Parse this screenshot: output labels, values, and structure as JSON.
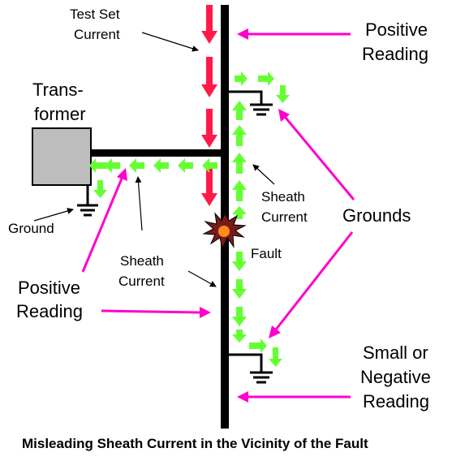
{
  "labels": {
    "test_set_current": [
      "Test Set",
      "Current"
    ],
    "positive_reading_top": [
      "Positive",
      "Reading"
    ],
    "transformer": [
      "Trans-",
      "former"
    ],
    "ground": "Ground",
    "sheath_current_right": [
      "Sheath",
      "Current"
    ],
    "grounds": "Grounds",
    "fault": "Fault",
    "sheath_current_left": [
      "Sheath",
      "Current"
    ],
    "positive_reading_left": [
      "Positive",
      "Reading"
    ],
    "small_negative_reading": [
      "Small or",
      "Negative",
      "Reading"
    ],
    "caption": "Misleading Sheath Current in the Vicinity of the Fault"
  },
  "colors": {
    "cable": "#000000",
    "test_current_arrow": "#ff1a4a",
    "sheath_current_arrow": "#66ff33",
    "reading_arrow": "#ff00cc",
    "transformer_fill": "#bdbdbd",
    "fault_burst": "#7a1a1a",
    "background": "#ffffff"
  }
}
